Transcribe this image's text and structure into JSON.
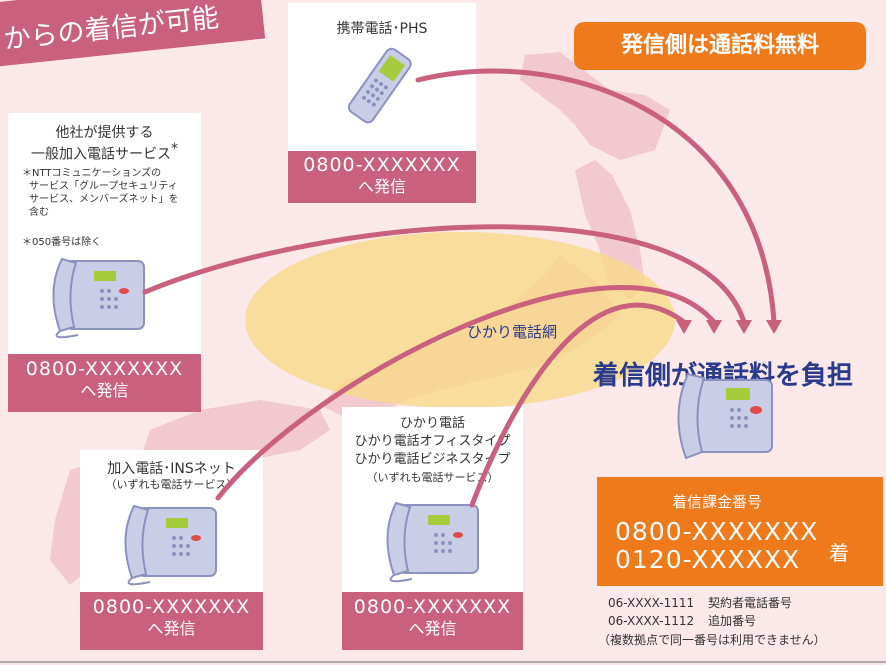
{
  "banner": {
    "text": "からの着信が可能"
  },
  "free_badge": {
    "text": "発信側は通話料無料"
  },
  "mobile": {
    "title": "携帯電話･PHS",
    "number": "0800-XXXXXXX",
    "action": "へ発信"
  },
  "other_carrier": {
    "title_line1": "他社が提供する",
    "title_line2": "一般加入電話サービス",
    "asterisk": "*",
    "note1_line1": "＊NTTコミュニケーションズの",
    "note1_line2": "サービス「グループセキュリティ",
    "note1_line3": "サービス、メンバーズネット」を",
    "note1_line4": "含む",
    "note2": "＊050番号は除く",
    "number": "0800-XXXXXXX",
    "action": "へ発信"
  },
  "network": {
    "label": "ひかり電話網"
  },
  "receiver_pays": {
    "text": "着信側が通話料を負担"
  },
  "subscriber": {
    "title": "加入電話･INSネット",
    "subtitle": "（いずれも電話サービス）",
    "number": "0800-XXXXXXX",
    "action": "へ発信"
  },
  "hikari": {
    "line1": "ひかり電話",
    "line2": "ひかり電話オフィスタイプ",
    "line3": "ひかり電話ビジネスタイプ",
    "line4": "（いずれも電話サービス）",
    "number": "0800-XXXXXXX",
    "action": "へ発信"
  },
  "receiver_box": {
    "title": "着信課金番号",
    "number1": "0800-XXXXXXX",
    "number2": "0120-XXXXXX",
    "suffix": "着"
  },
  "contract": {
    "line1_num": "06-XXXX-1111",
    "line1_label": "契約者電話番号",
    "line2_num": "06-XXXX-1112",
    "line2_label": "追加番号",
    "note": "（複数拠点で同一番号は利用できません）"
  },
  "colors": {
    "pink": "#c8607e",
    "orange": "#ef7a1c",
    "navy": "#2a3a8c",
    "background": "#fbe8e8"
  }
}
